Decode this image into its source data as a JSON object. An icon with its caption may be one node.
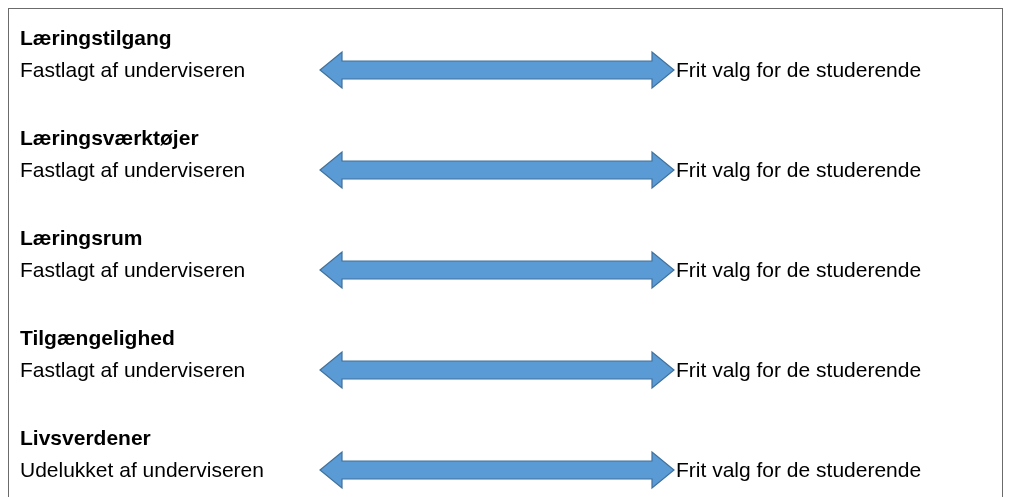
{
  "diagram": {
    "nodes": [
      {
        "text": [
          "Læringstilgang",
          "Fastlagt af underviseren"
        ]
      },
      {
        "text": [
          "Frit valg for de studerende"
        ]
      },
      {
        "text": [
          "Læringsværktøjer",
          "Fastlagt af underviseren"
        ]
      },
      {
        "text": [
          "Frit valg for de studerende"
        ]
      },
      {
        "text": [
          "Læringsrum",
          "Fastlagt af underviseren"
        ]
      },
      {
        "text": [
          "Frit valg for de studerende"
        ]
      },
      {
        "text": [
          "Tilgængelighed",
          "Fastlagt af underviseren"
        ]
      },
      {
        "text": [
          "Frit valg for de studerende"
        ]
      },
      {
        "text": [
          "Livsverdener",
          "Udelukket af underviseren"
        ]
      },
      {
        "text": [
          "Frit valg for de studerende"
        ]
      }
    ],
    "edges": [
      {
        "from": 0,
        "to": 1,
        "arrow": "both"
      },
      {
        "from": 2,
        "to": 3,
        "arrow": "both"
      },
      {
        "from": 4,
        "to": 5,
        "arrow": "both"
      },
      {
        "from": 6,
        "to": 7,
        "arrow": "both"
      },
      {
        "from": 8,
        "to": 9,
        "arrow": "both"
      }
    ]
  }
}
